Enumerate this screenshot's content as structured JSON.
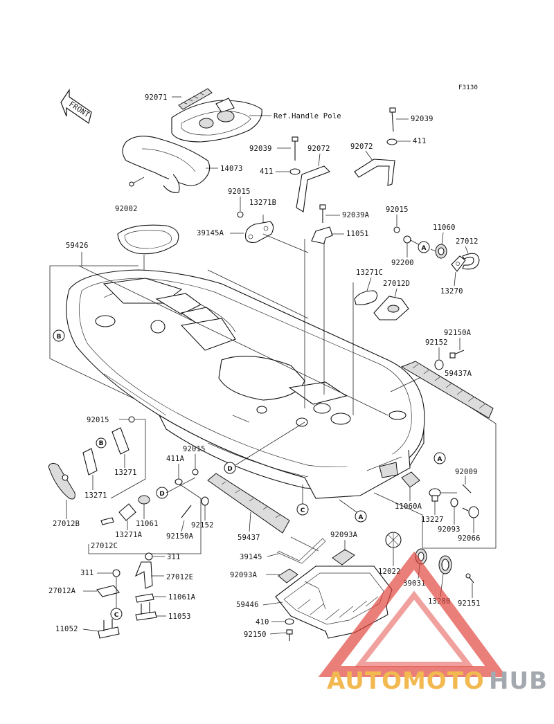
{
  "figure_code": "F3130",
  "front_label": "FRONT",
  "labels": {
    "92071": "92071",
    "ref_handle": "Ref.Handle Pole",
    "92039_top": "92039",
    "411_top": "411",
    "92039_mid": "92039",
    "92072_a": "92072",
    "92072_b": "92072",
    "14073": "14073",
    "411_mid": "411",
    "92015_a": "92015",
    "13271B": "13271B",
    "92002": "92002",
    "39145A": "39145A",
    "92039A": "92039A",
    "92015_b": "92015",
    "11060": "11060",
    "11051": "11051",
    "27012": "27012",
    "59426": "59426",
    "92200": "92200",
    "13270": "13270",
    "13271C": "13271C",
    "27012D": "27012D",
    "92150A_r": "92150A",
    "92152_r": "92152",
    "59437A": "59437A",
    "92015_c": "92015",
    "92015_d": "92015",
    "411A": "411A",
    "13271_a": "13271",
    "13271_b": "13271",
    "11061": "11061",
    "13271A": "13271A",
    "27012B": "27012B",
    "27012C": "27012C",
    "92150A_l": "92150A",
    "92152_l": "92152",
    "59437": "59437",
    "11060A": "11060A",
    "92009": "92009",
    "13227": "13227",
    "92093": "92093",
    "92066": "92066",
    "92093A_a": "92093A",
    "39145": "39145",
    "92093A_b": "92093A",
    "12022": "12022",
    "39031": "39031",
    "13280": "13280",
    "92151": "92151",
    "59446": "59446",
    "410": "410",
    "92150": "92150",
    "311_a": "311",
    "311_b": "311",
    "27012E": "27012E",
    "27012A": "27012A",
    "11061A": "11061A",
    "11053": "11053",
    "11052": "11052"
  },
  "callouts": {
    "A": "A",
    "B": "B",
    "C": "C",
    "D": "D"
  },
  "watermark": {
    "part1": "AUTOMOTO",
    "part2": "HUB",
    "color_primary": "#f2b23f",
    "color_secondary": "#9aa0a6",
    "triangle_color": "#e0413a"
  }
}
